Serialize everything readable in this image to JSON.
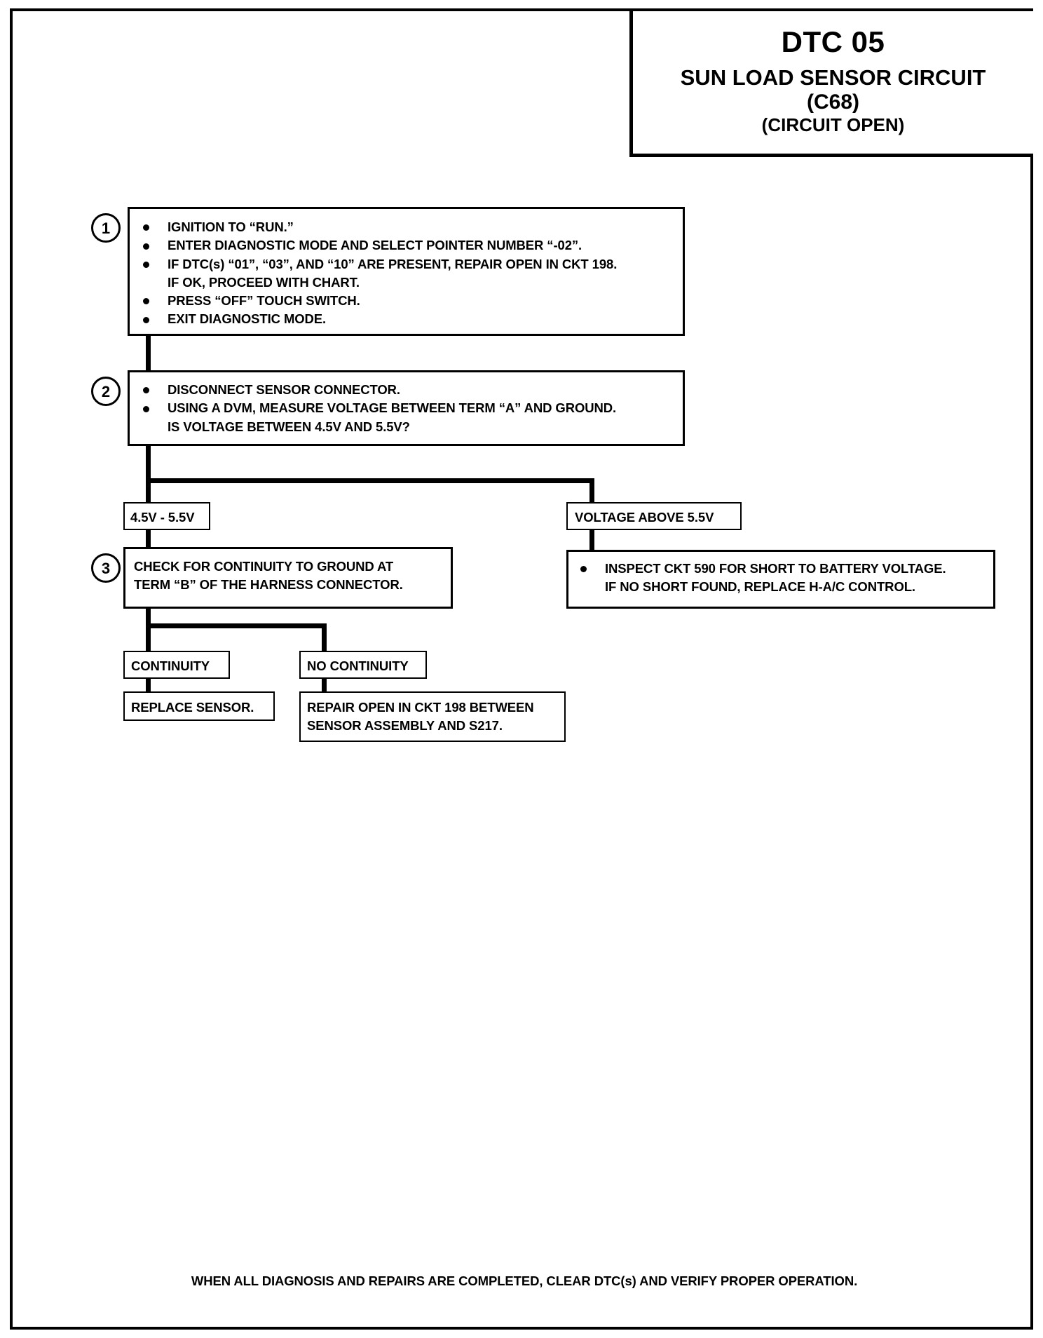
{
  "header": {
    "dtc_code": "DTC 05",
    "circuit_name": "SUN LOAD SENSOR CIRCUIT",
    "connector_id": "(C68)",
    "circuit_state": "(CIRCUIT OPEN)"
  },
  "steps": [
    {
      "number": "1",
      "lines": [
        "IGNITION TO “RUN.”",
        "ENTER DIAGNOSTIC MODE AND SELECT POINTER NUMBER “-02”.",
        "IF DTC(s) “01”, “03”, AND “10” ARE PRESENT, REPAIR OPEN IN CKT 198.",
        "IF OK, PROCEED WITH CHART.",
        "PRESS “OFF” TOUCH SWITCH.",
        "EXIT DIAGNOSTIC MODE."
      ]
    },
    {
      "number": "2",
      "lines": [
        "DISCONNECT SENSOR CONNECTOR.",
        "USING A DVM, MEASURE VOLTAGE BETWEEN TERM “A” AND GROUND.",
        "IS VOLTAGE BETWEEN 4.5V AND 5.5V?"
      ]
    },
    {
      "number": "3",
      "lines": [
        "CHECK FOR CONTINUITY TO GROUND AT",
        "TERM “B” OF THE HARNESS CONNECTOR."
      ]
    }
  ],
  "branches": {
    "voltage_in_range": "4.5V - 5.5V",
    "voltage_above": "VOLTAGE ABOVE 5.5V",
    "continuity": "CONTINUITY",
    "no_continuity": "NO CONTINUITY"
  },
  "actions": {
    "inspect_ckt590_line1": "INSPECT CKT 590 FOR SHORT TO BATTERY VOLTAGE.",
    "inspect_ckt590_line2": "IF NO SHORT FOUND, REPLACE H-A/C CONTROL.",
    "replace_sensor": "REPLACE SENSOR.",
    "repair_open_line1": "REPAIR OPEN IN CKT 198 BETWEEN",
    "repair_open_line2": "SENSOR ASSEMBLY AND S217."
  },
  "footer": {
    "note": "WHEN ALL DIAGNOSIS AND REPAIRS ARE COMPLETED, CLEAR DTC(s) AND VERIFY PROPER OPERATION."
  },
  "chart_data": {
    "type": "flowchart",
    "title": "DTC 05 SUN LOAD SENSOR CIRCUIT (C68) (CIRCUIT OPEN)",
    "nodes": [
      {
        "id": "step1",
        "kind": "process",
        "step": "1"
      },
      {
        "id": "step2",
        "kind": "decision",
        "step": "2"
      },
      {
        "id": "branch_in_range",
        "kind": "branch-label"
      },
      {
        "id": "branch_above",
        "kind": "branch-label"
      },
      {
        "id": "step3",
        "kind": "decision",
        "step": "3"
      },
      {
        "id": "inspect590",
        "kind": "action"
      },
      {
        "id": "branch_continuity",
        "kind": "branch-label"
      },
      {
        "id": "branch_no_continuity",
        "kind": "branch-label"
      },
      {
        "id": "replace_sensor",
        "kind": "action"
      },
      {
        "id": "repair_open",
        "kind": "action"
      }
    ],
    "edges": [
      {
        "from": "step1",
        "to": "step2"
      },
      {
        "from": "step2",
        "to": "branch_in_range"
      },
      {
        "from": "step2",
        "to": "branch_above"
      },
      {
        "from": "branch_in_range",
        "to": "step3"
      },
      {
        "from": "branch_above",
        "to": "inspect590"
      },
      {
        "from": "step3",
        "to": "branch_continuity"
      },
      {
        "from": "step3",
        "to": "branch_no_continuity"
      },
      {
        "from": "branch_continuity",
        "to": "replace_sensor"
      },
      {
        "from": "branch_no_continuity",
        "to": "repair_open"
      }
    ]
  }
}
